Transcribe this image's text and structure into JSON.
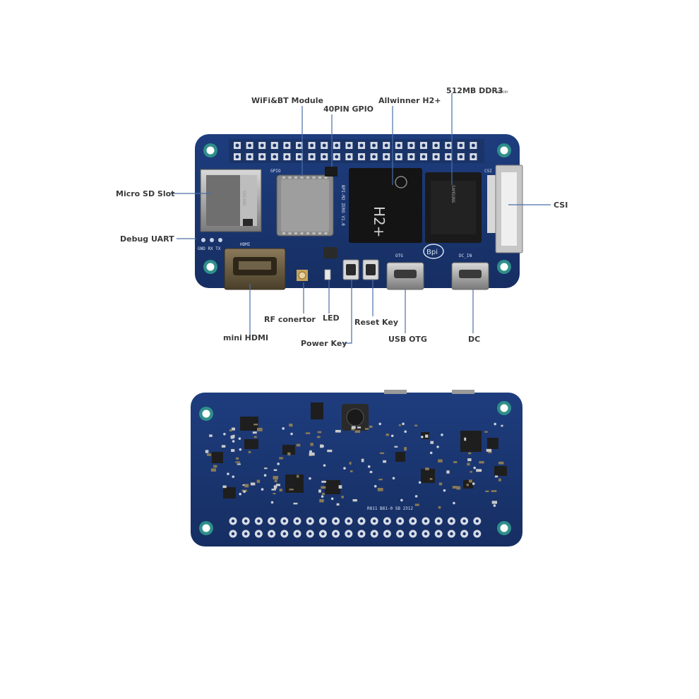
{
  "labels": {
    "wifi_bt": "WiFi&BT Module",
    "gpio": "40PIN GPIO",
    "soc": "Allwinner H2+",
    "ram": "512MB DDR3",
    "ram_suffix": "MEMORY",
    "micro_sd": "Micro SD Slot",
    "debug_uart": "Debug UART",
    "csi": "CSI",
    "rf_connector": "RF conertor",
    "led": "LED",
    "reset_key": "Reset Key",
    "mini_hdmi": "mini HDMI",
    "power_key": "Power Key",
    "usb_otg": "USB OTG",
    "dc": "DC"
  },
  "silkscreen": {
    "gpio": "GPIO",
    "hdmi": "HDMI",
    "otg": "OTG",
    "dc_in": "DC_IN",
    "csi": "CSI",
    "board_name": "BPI-M2 ZERO V1.0",
    "uart_pins": "GND RX TX",
    "logo": "Bpi",
    "soc_mark": "H2+",
    "bottom_code": "R811 B81-0 SB 2312"
  },
  "colors": {
    "pcb": "#1b3773",
    "pcb_dark": "#14295a",
    "leader": "#4a6fa8"
  }
}
